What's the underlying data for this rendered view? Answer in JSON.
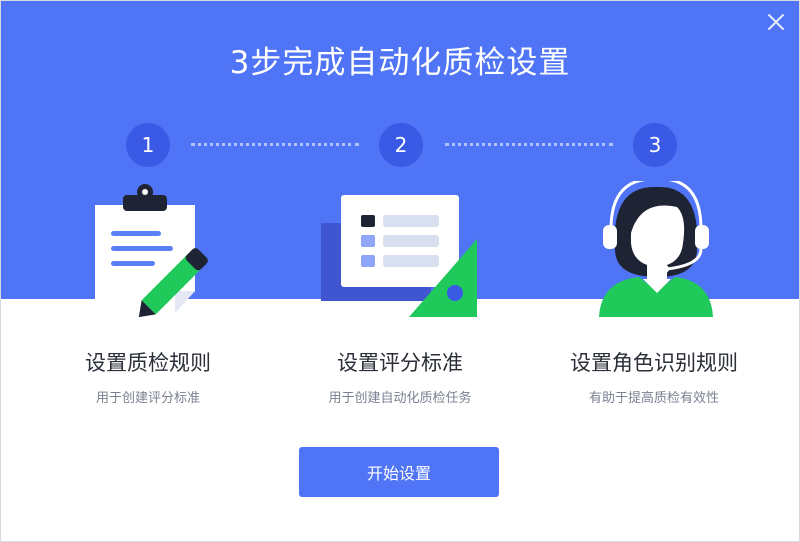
{
  "dialog": {
    "title": "3步完成自动化质检设置",
    "close_icon": "close-icon",
    "start_button_label": "开始设置"
  },
  "steps": [
    {
      "number": "1",
      "title": "设置质检规则",
      "subtitle": "用于创建评分标准",
      "icon": "clipboard-pencil-icon"
    },
    {
      "number": "2",
      "title": "设置评分标准",
      "subtitle": "用于创建自动化质检任务",
      "icon": "form-ruler-icon"
    },
    {
      "number": "3",
      "title": "设置角色识别规则",
      "subtitle": "有助于提高质检有效性",
      "icon": "agent-headset-icon"
    }
  ],
  "colors": {
    "primary": "#4f74f6",
    "step_circle": "#3a5ae6",
    "accent_green": "#1fc95a",
    "dark": "#1e2433"
  }
}
